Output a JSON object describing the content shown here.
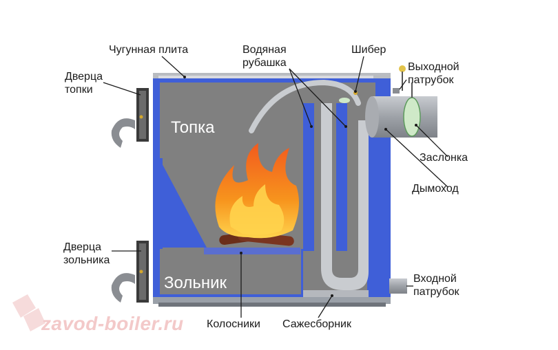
{
  "labels": {
    "cast_iron_plate": "Чугунная плита",
    "water_jacket_1": "Водяная",
    "water_jacket_2": "рубашка",
    "damper_gate": "Шибер",
    "outlet_pipe_1": "Выходной",
    "outlet_pipe_2": "патрубок",
    "firebox_door_1": "Дверца",
    "firebox_door_2": "топки",
    "valve": "Заслонка",
    "chimney": "Дымоход",
    "ash_door_1": "Дверца",
    "ash_door_2": "зольника",
    "inlet_pipe_1": "Входной",
    "inlet_pipe_2": "патрубок",
    "grates": "Колосники",
    "soot_collector": "Сажесборник"
  },
  "zones": {
    "firebox": "Топка",
    "ash_pit": "Зольник"
  },
  "watermark": "zavod-boiler.ru",
  "colors": {
    "body_gray": "#808080",
    "water_blue": "#3f5fd8",
    "smoke_channel": "#c9ccd0",
    "flame_orange": "#f7941d",
    "flame_yellow": "#ffd34d",
    "wood_brown": "#6b2e1a",
    "watermark": "#f3c9c9"
  }
}
